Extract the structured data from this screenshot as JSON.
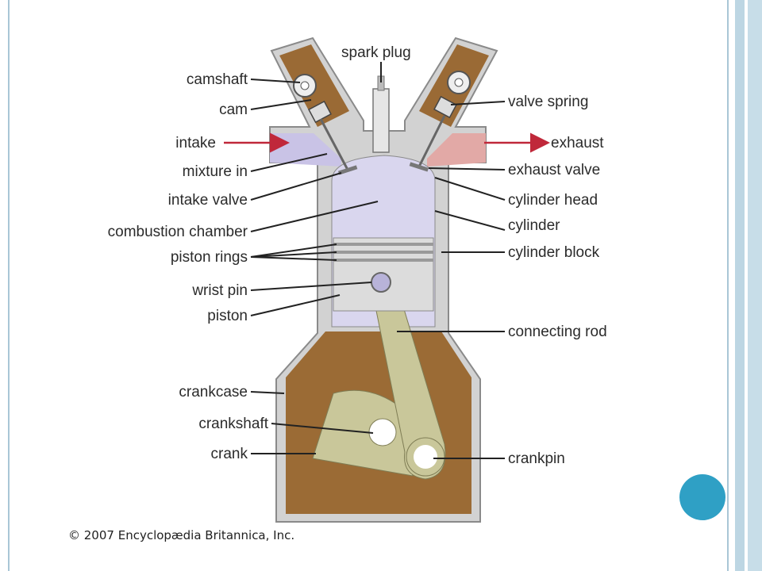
{
  "diagram": {
    "labels": {
      "spark_plug": "spark plug",
      "camshaft": "camshaft",
      "cam": "cam",
      "intake": "intake",
      "mixture_in": "mixture in",
      "intake_valve": "intake valve",
      "combustion_chamber": "combustion chamber",
      "piston_rings": "piston rings",
      "wrist_pin": "wrist pin",
      "piston": "piston",
      "crankcase": "crankcase",
      "crankshaft": "crankshaft",
      "crank": "crank",
      "valve_spring": "valve spring",
      "exhaust": "exhaust",
      "exhaust_valve": "exhaust valve",
      "cylinder_head": "cylinder head",
      "cylinder": "cylinder",
      "cylinder_block": "cylinder block",
      "connecting_rod": "connecting rod",
      "crankpin": "crankpin"
    },
    "copyright": "© 2007 Encyclopædia Britannica, Inc."
  },
  "colors": {
    "block_gray": "#d2d2d2",
    "block_outline": "#8a8a8a",
    "head_brown": "#9a6a35",
    "chamber_lavender": "#d9d6ee",
    "crankcase_brown": "#9b6b35",
    "intake_purple": "#c9c3e6",
    "exhaust_pink": "#e2a9a6",
    "rod_olive": "#c9c79a",
    "arrow_red": "#c0283a",
    "accent_blue": "#2fa0c5",
    "frame_blue": "#bdd6e3"
  },
  "icons": {
    "accent": "circle-accent"
  }
}
